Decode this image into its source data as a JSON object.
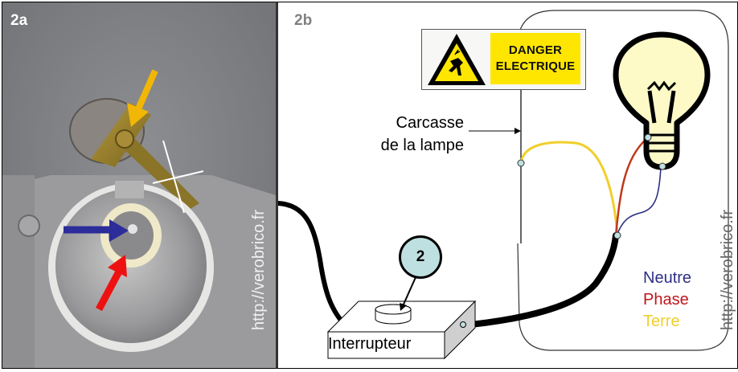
{
  "figure": {
    "panel_a": {
      "label": "2a",
      "watermark": "http://verobrico.fr",
      "arrows": [
        {
          "name": "yellow-arrow",
          "color": "#f2b705",
          "target": "bolt on brass contact strip"
        },
        {
          "name": "blue-arrow",
          "color": "#2c2c9a",
          "target": "central socket contact"
        },
        {
          "name": "red-arrow",
          "color": "#ee1111",
          "target": "socket base"
        }
      ],
      "cross_mark_color": "#ffffff"
    },
    "panel_b": {
      "label": "2b",
      "watermark": "http://verobrico.fr",
      "sign": {
        "line1": "DANGER",
        "line2": "ELECTRIQUE",
        "background": "#ffe600"
      },
      "carcasse_label": {
        "line1": "Carcasse",
        "line2": "de la lampe"
      },
      "switch_label": "Interrupteur",
      "badge_number": "2",
      "legend": [
        {
          "label": "Neutre",
          "color": "#2e2f84"
        },
        {
          "label": "Phase",
          "color": "#c0141c"
        },
        {
          "label": "Terre",
          "color": "#f1cf2a"
        }
      ],
      "bulb_fill": "#fdfac8",
      "connector_color": "#bfe0e1"
    }
  }
}
